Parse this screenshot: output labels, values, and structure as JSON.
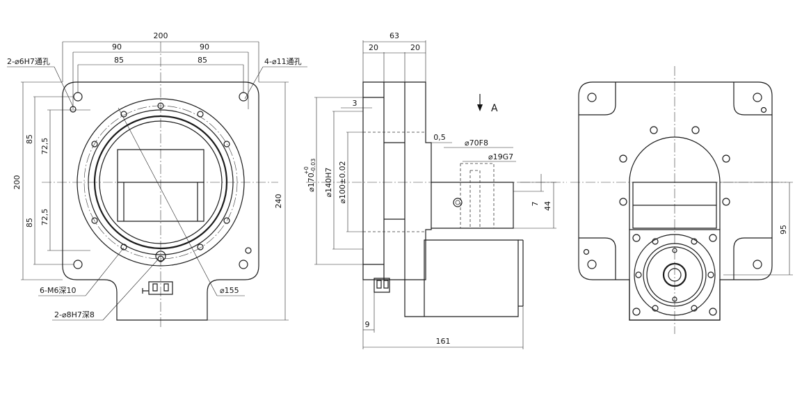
{
  "front_view": {
    "dim_200_top": "200",
    "dim_90_left": "90",
    "dim_90_right": "90",
    "dim_85_left": "85",
    "dim_85_right": "85",
    "dim_200_left": "200",
    "dim_85_upper": "85",
    "dim_85_lower": "85",
    "dim_72_5_upper": "72,5",
    "dim_72_5_lower": "72,5",
    "dim_240": "240",
    "callout_6h7": "2-⌀6H7通孔",
    "callout_11": "4-⌀11通孔",
    "callout_m6": "6-M6深10",
    "callout_8h7": "2-⌀8H7深8",
    "callout_155": "⌀155"
  },
  "side_view": {
    "dim_63": "63",
    "dim_20_left": "20",
    "dim_20_right": "20",
    "dim_3": "3",
    "dim_0_5": "0,5",
    "dim_70f8": "⌀70F8",
    "dim_19g7": "⌀19G7",
    "dim_170": "⌀170",
    "dim_170_tol_upper": "+0",
    "dim_170_tol_lower": "-0.03",
    "dim_140h7": "⌀140H7",
    "dim_100": "⌀100±0.02",
    "dim_7": "7",
    "dim_44": "44",
    "dim_9": "9",
    "dim_161": "161",
    "view_arrow_label": "A"
  },
  "rear_view": {
    "dim_95": "95"
  }
}
